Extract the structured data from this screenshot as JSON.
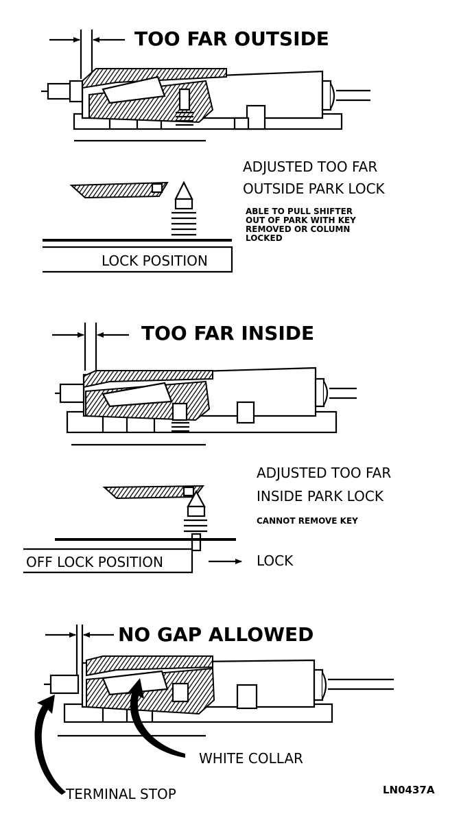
{
  "sections": [
    {
      "heading": "TOO FAR OUTSIDE",
      "note_title": [
        "ADJUSTED TOO FAR",
        "OUTSIDE PARK LOCK"
      ],
      "note_detail": [
        "ABLE TO PULL SHIFTER",
        "OUT OF PARK WITH KEY",
        "REMOVED OR COLUMN",
        "LOCKED"
      ],
      "position_label": "LOCK POSITION"
    },
    {
      "heading": "TOO FAR INSIDE",
      "note_title": [
        "ADJUSTED TOO FAR",
        "INSIDE PARK LOCK"
      ],
      "note_detail": [
        "CANNOT REMOVE KEY"
      ],
      "position_label": "OFF LOCK POSITION",
      "arrow_label": "LOCK"
    },
    {
      "heading": "NO GAP ALLOWED",
      "callouts": [
        "WHITE COLLAR",
        "TERMINAL STOP"
      ]
    }
  ],
  "figure_id": "LN0437A",
  "icons": [
    "gap-arrow-icon",
    "curved-arrow-icon",
    "right-arrow-icon"
  ]
}
